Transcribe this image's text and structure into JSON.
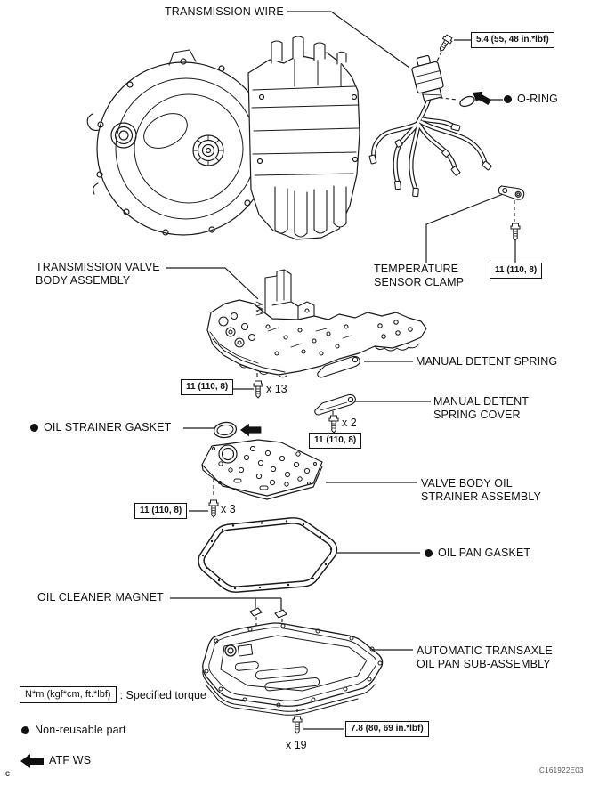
{
  "figure": {
    "code": "C161922E03",
    "corner_mark": "c"
  },
  "labels": {
    "transmission_wire": "TRANSMISSION WIRE",
    "o_ring": "O-RING",
    "temperature_sensor_clamp": "TEMPERATURE\nSENSOR CLAMP",
    "transmission_valve_body": "TRANSMISSION VALVE\nBODY ASSEMBLY",
    "manual_detent_spring": "MANUAL DETENT SPRING",
    "manual_detent_spring_cover": "MANUAL DETENT\nSPRING COVER",
    "oil_strainer_gasket": "OIL STRAINER GASKET",
    "valve_body_oil_strainer": "VALVE BODY OIL\nSTRAINER ASSEMBLY",
    "oil_pan_gasket": "OIL PAN GASKET",
    "oil_cleaner_magnet": "OIL CLEANER MAGNET",
    "automatic_transaxle_oil_pan": "AUTOMATIC TRANSAXLE\nOIL PAN SUB-ASSEMBLY"
  },
  "torque_specs": {
    "wire_bolt": "5.4 (55, 48 in.*lbf)",
    "clamp_bolt": "11 (110, 8)",
    "valve_body_bolt": "11 (110, 8)",
    "detent_cover_bolt": "11 (110, 8)",
    "strainer_bolt": "11 (110, 8)",
    "oil_pan_bolt": "7.8 (80, 69 in.*lbf)"
  },
  "counts": {
    "valve_body_bolts": "x 13",
    "detent_cover_bolts": "x 2",
    "strainer_bolts": "x 3",
    "oil_pan_bolts": "x 19"
  },
  "legend": {
    "torque_box": "N*m (kgf*cm, ft.*lbf)",
    "torque_note": ": Specified torque",
    "non_reusable": "Non-reusable part",
    "atf": "ATF WS"
  },
  "colors": {
    "ink": "#1a1a1a",
    "background": "#ffffff"
  }
}
